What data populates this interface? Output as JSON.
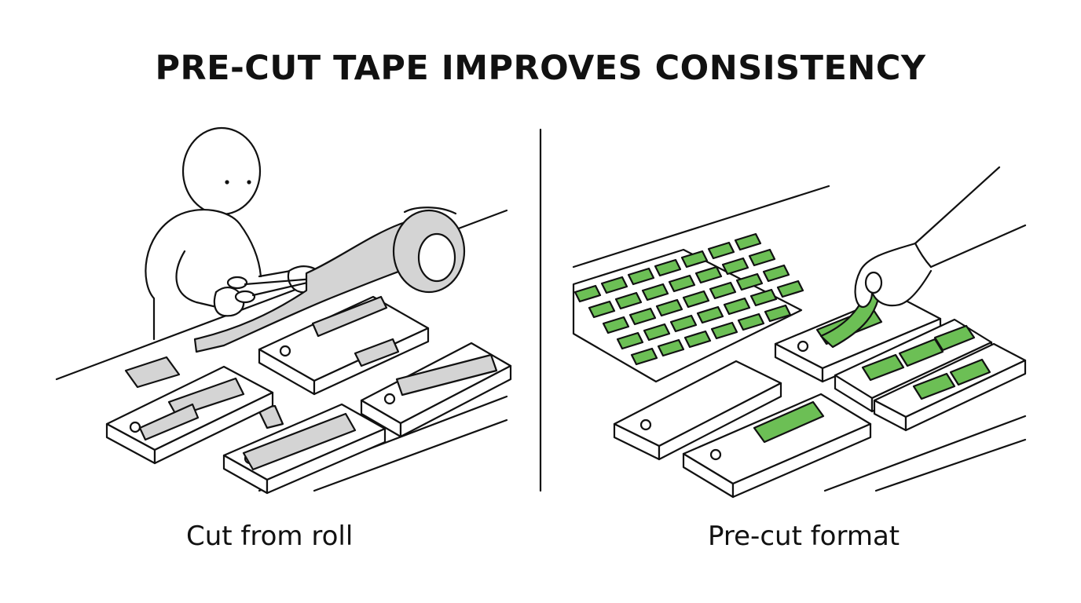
{
  "title": "PRE-CUT TAPE IMPROVES CONSISTENCY",
  "panels": {
    "left": {
      "caption": "Cut from roll"
    },
    "right": {
      "caption": "Pre-cut format"
    }
  },
  "colors": {
    "line": "#111111",
    "tape_grey": "#d4d4d4",
    "tape_green": "#6cbf55",
    "background": "#ffffff"
  }
}
